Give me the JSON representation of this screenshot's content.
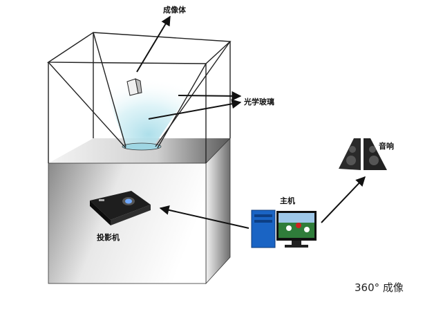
{
  "labels": {
    "image_label": "成像体",
    "glass_label": "光学玻璃",
    "speaker_label": "音响",
    "host_label": "主机",
    "projector_label": "投影机"
  },
  "caption": "360° 成像",
  "colors": {
    "line": "#111111",
    "cube_dark": "#4a4a4a",
    "cube_light": "#ffffff",
    "glass_glow": "#bfe6ee",
    "monitor_blue": "#1a6fd0"
  }
}
